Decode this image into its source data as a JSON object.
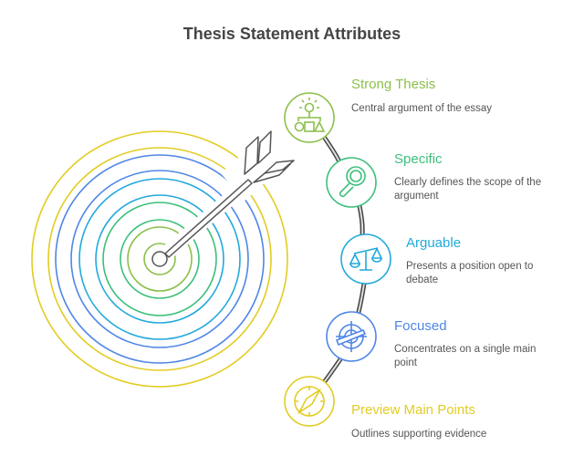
{
  "title": "Thesis Statement Attributes",
  "items": [
    {
      "title": "Strong Thesis",
      "description": "Central argument of the essay",
      "icon": "idea-hierarchy-icon",
      "color": "#8cc04a"
    },
    {
      "title": "Specific",
      "description": "Clearly defines the scope of the argument",
      "icon": "magnifier-icon",
      "color": "#3cbf7c"
    },
    {
      "title": "Arguable",
      "description": "Presents a position open to debate",
      "icon": "scales-icon",
      "color": "#22a9dc"
    },
    {
      "title": "Focused",
      "description": "Concentrates on a single main point",
      "icon": "target-icon",
      "color": "#4f86e6"
    },
    {
      "title": "Preview Main Points",
      "description": "Outlines supporting evidence",
      "icon": "compass-icon",
      "color": "#e2cc22"
    }
  ]
}
